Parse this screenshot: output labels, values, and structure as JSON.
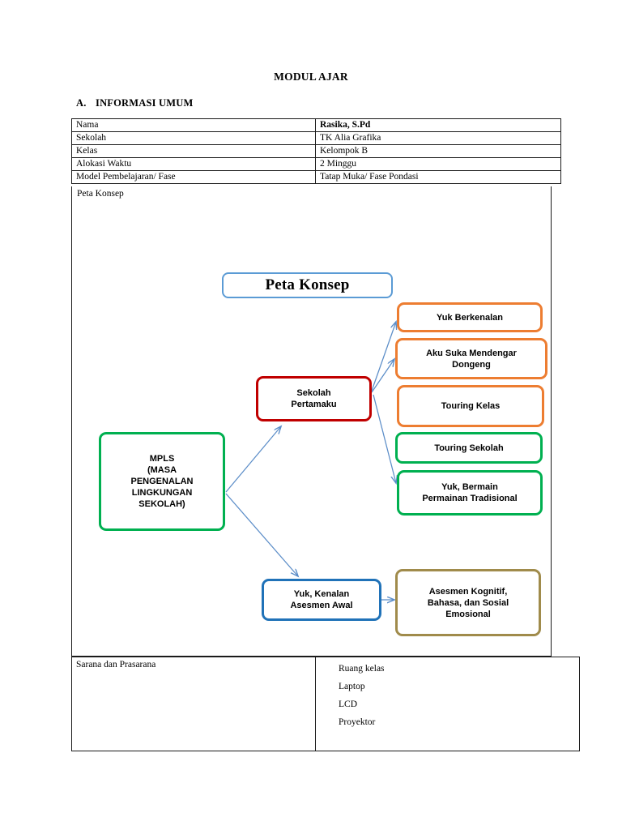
{
  "document": {
    "title": "MODUL AJAR",
    "section": {
      "letter": "A.",
      "label": "INFORMASI UMUM"
    }
  },
  "info_table": {
    "rows": [
      {
        "key": "Nama",
        "value": "Rasika, S.Pd",
        "bold": true
      },
      {
        "key": "Sekolah",
        "value": "TK Alia Grafika",
        "bold": false
      },
      {
        "key": "Kelas",
        "value": "Kelompok B",
        "bold": false
      },
      {
        "key": "Alokasi Waktu",
        "value": "2 Minggu",
        "bold": false
      },
      {
        "key": "Model Pembelajaran/ Fase",
        "value": "Tatap Muka/ Fase Pondasi",
        "bold": false
      }
    ]
  },
  "concept_map": {
    "cell_label": "Peta Konsep",
    "title_box": "Peta Konsep",
    "nodes": {
      "root": "MPLS\n(MASA\nPENGENALAN\nLINGKUNGAN\nSEKOLAH)",
      "root_lines": [
        "MPLS",
        "(MASA",
        "PENGENALAN",
        "LINGKUNGAN",
        "SEKOLAH)"
      ],
      "sekolah_pertamaku": [
        "Sekolah",
        "Pertamaku"
      ],
      "yuk_berkenalan": [
        "Yuk Berkenalan"
      ],
      "aku_suka_mendengar_dongeng": [
        "Aku Suka Mendengar",
        "Dongeng"
      ],
      "touring_kelas": [
        "Touring Kelas"
      ],
      "touring_sekolah": [
        "Touring Sekolah"
      ],
      "yuk_bermain_permainan_tradisional": [
        "Yuk, Bermain",
        "Permainan Tradisional"
      ],
      "yuk_kenalan_asesmen_awal": [
        "Yuk, Kenalan",
        "Asesmen Awal"
      ],
      "asesmen_kognitif": [
        "Asesmen Kognitif,",
        "Bahasa, dan Sosial",
        "Emosional"
      ]
    },
    "colors": {
      "title_blue": "#5B9BD5",
      "orange": "#ED7D31",
      "green": "#00B050",
      "red": "#C00000",
      "blue": "#2072B8",
      "olive": "#A08B4B",
      "connector": "#5B8DC8",
      "table_border": "#1a1a1a",
      "background": "#FFFFFF"
    }
  },
  "sarana": {
    "key": "Sarana dan Prasarana",
    "items": [
      "Ruang kelas",
      "Laptop",
      "LCD",
      "Proyektor"
    ]
  }
}
